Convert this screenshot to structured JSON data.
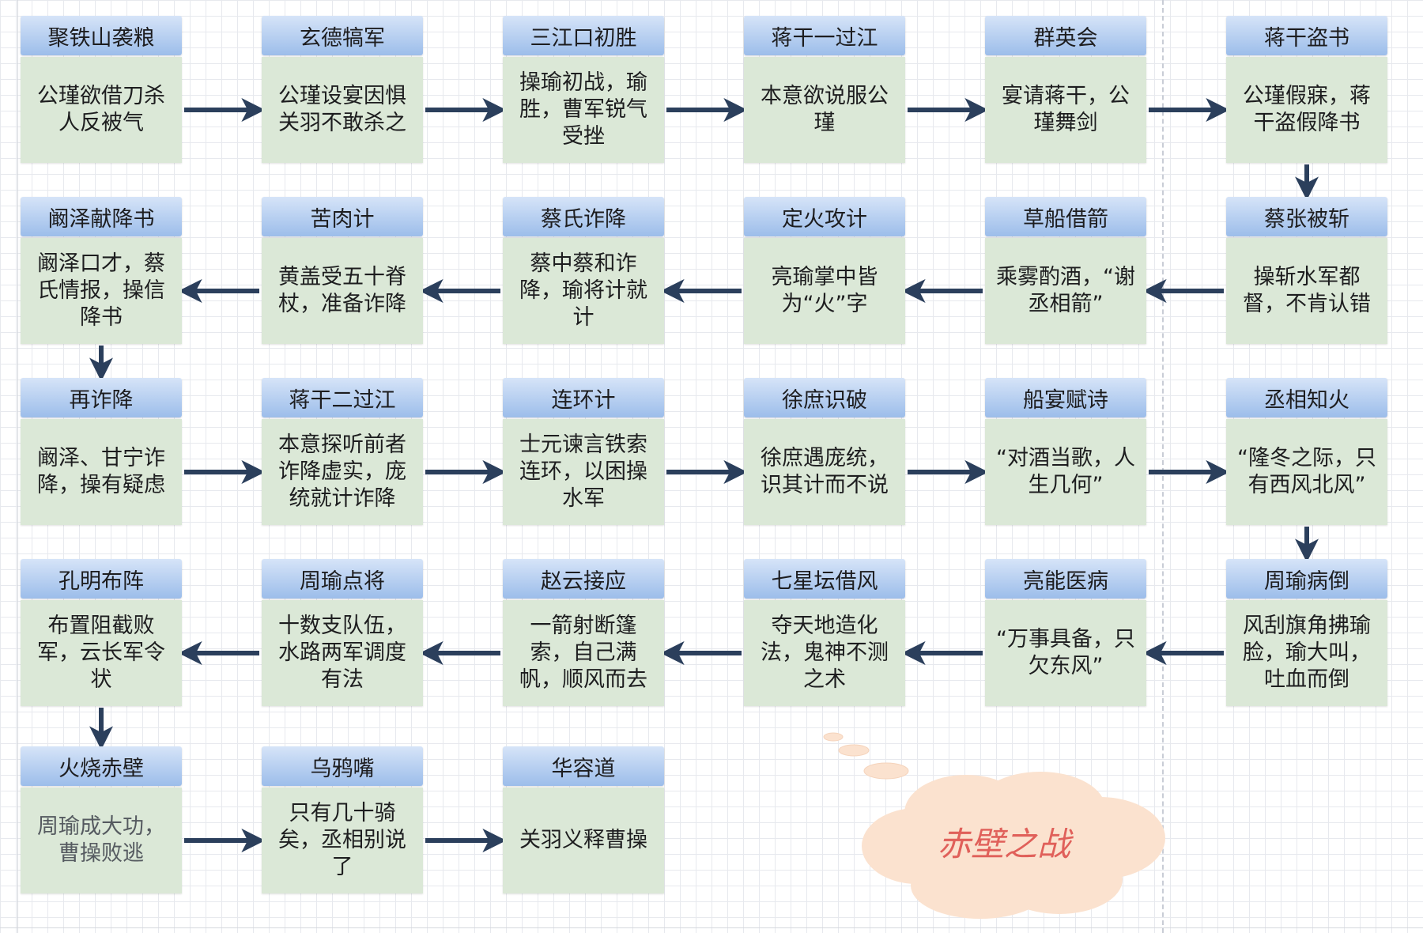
{
  "diagram": {
    "title": "赤壁之战",
    "colors": {
      "title_fill": "#aec9ee",
      "body_fill": "#dbe8d7",
      "arrow": "#2b3f5c",
      "cloud_fill": "#fbe2cf",
      "title_text": "#e0605a"
    },
    "nodes": [
      {
        "title": "聚铁山袭粮",
        "desc": "公瑾欲借刀杀人反被气"
      },
      {
        "title": "玄德犒军",
        "desc": "公瑾设宴因惧关羽不敢杀之"
      },
      {
        "title": "三江口初胜",
        "desc": "操瑜初战，瑜胜，曹军锐气受挫"
      },
      {
        "title": "蒋干一过江",
        "desc": "本意欲说服公瑾"
      },
      {
        "title": "群英会",
        "desc": "宴请蒋干，公瑾舞剑"
      },
      {
        "title": "蒋干盗书",
        "desc": "公瑾假寐，蒋干盗假降书"
      },
      {
        "title": "蔡张被斩",
        "desc": "操斩水军都督，不肯认错"
      },
      {
        "title": "草船借箭",
        "desc": "乘雾酌酒，“谢丞相箭”"
      },
      {
        "title": "定火攻计",
        "desc": "亮瑜掌中皆为“火”字"
      },
      {
        "title": "蔡氏诈降",
        "desc": "蔡中蔡和诈降，瑜将计就计"
      },
      {
        "title": "苦肉计",
        "desc": "黄盖受五十脊杖，准备诈降"
      },
      {
        "title": "阚泽献降书",
        "desc": "阚泽口才，蔡氏情报，操信降书"
      },
      {
        "title": "再诈降",
        "desc": "阚泽、甘宁诈降，操有疑虑"
      },
      {
        "title": "蒋干二过江",
        "desc": "本意探听前者诈降虚实，庞统就计诈降"
      },
      {
        "title": "连环计",
        "desc": "士元谏言铁索连环，以困操水军"
      },
      {
        "title": "徐庶识破",
        "desc": "徐庶遇庞统，识其计而不说"
      },
      {
        "title": "船宴赋诗",
        "desc": "“对酒当歌，人生几何”"
      },
      {
        "title": "丞相知火",
        "desc": "“隆冬之际，只有西风北风”"
      },
      {
        "title": "周瑜病倒",
        "desc": "风刮旗角拂瑜脸，瑜大叫，吐血而倒"
      },
      {
        "title": "亮能医病",
        "desc": "“万事具备，只欠东风”"
      },
      {
        "title": "七星坛借风",
        "desc": "夺天地造化法，鬼神不测之术"
      },
      {
        "title": "赵云接应",
        "desc": "一箭射断篷索，自己满帆，顺风而去"
      },
      {
        "title": "周瑜点将",
        "desc": "十数支队伍，水路两军调度有法"
      },
      {
        "title": "孔明布阵",
        "desc": "布置阻截败军，云长军令状"
      },
      {
        "title": "火烧赤壁",
        "desc": "周瑜成大功，曹操败逃"
      },
      {
        "title": "乌鸦嘴",
        "desc": "只有几十骑矣，丞相别说了"
      },
      {
        "title": "华容道",
        "desc": "关羽义释曹操"
      }
    ]
  }
}
